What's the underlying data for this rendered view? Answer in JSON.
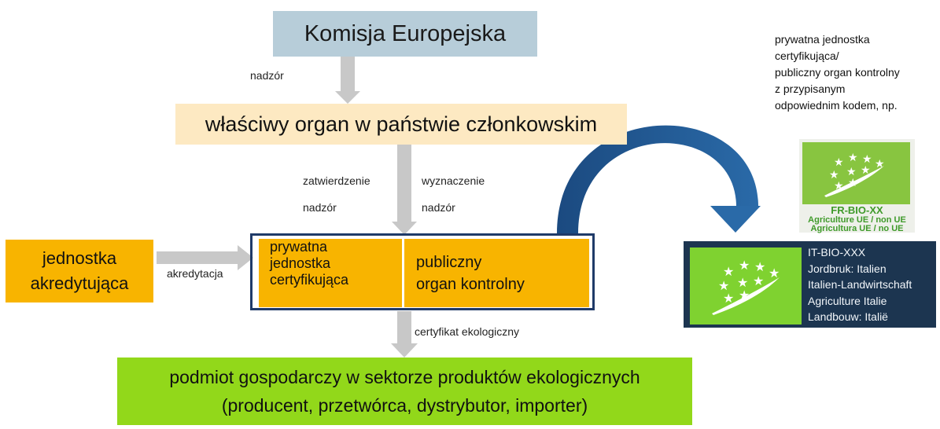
{
  "european_commission": "Komisja Europejska",
  "competent_authority": "właściwy organ w państwie członkowskim",
  "accreditation_body": {
    "line1": "jednostka",
    "line2": "akredytująca"
  },
  "private_body": {
    "line1": "prywatna",
    "line2": "jednostka",
    "line3": "certyfikująca"
  },
  "public_authority": {
    "line1": "publiczny",
    "line2": "organ kontrolny"
  },
  "operator": {
    "line1": "podmiot gospodarczy w sektorze produktów ekologicznych",
    "line2": "(producent, przetwórca, dystrybutor, importer)"
  },
  "labels": {
    "supervision_top": "nadzór",
    "approval": "zatwierdzenie",
    "approval_supervision": "nadzór",
    "designation": "wyznaczenie",
    "designation_supervision": "nadzór",
    "accreditation": "akredytacja",
    "certificate": "certyfikat ekologiczny"
  },
  "note_lines": [
    "prywatna jednostka",
    "certyfikująca/",
    "publiczny organ kontrolny",
    "z przypisanym",
    "odpowiednim kodem, np."
  ],
  "logo_fr": {
    "code": "FR-BIO-XX",
    "line2": "Agriculture UE / non UE",
    "line3": "Agricultura UE / no UE"
  },
  "logo_it": {
    "lines": [
      "IT-BIO-XXX",
      "Jordbruk: Italien",
      "Italien-Landwirtschaft",
      "Agriculture Italie",
      "Landbouw: Italië"
    ]
  },
  "colors": {
    "commission": "#b7cdd9",
    "authority": "#fde9c2",
    "orange": "#f8b400",
    "operator": "#92d81a",
    "arrow_gray": "#c8c8c8",
    "curved_arrow": "#1f4f86",
    "frame": "#1f3a68"
  }
}
